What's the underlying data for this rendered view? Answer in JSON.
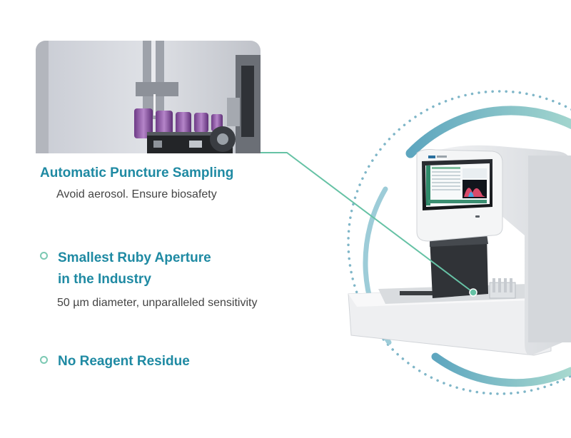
{
  "features": [
    {
      "title": "Automatic Puncture Sampling",
      "description": "Avoid aerosol. Ensure biosafety"
    },
    {
      "title_line1": "Smallest Ruby Aperture",
      "title_line2": "in the Industry",
      "description": "50 µm diameter, unparalleled sensitivity"
    },
    {
      "title": "No Reagent Residue"
    }
  ],
  "colors": {
    "title": "#1f8aa3",
    "accent": "#7cc9b3",
    "ring": "#8ec3d2",
    "body_text": "#444444"
  },
  "icons": [
    "bullet-ring-icon"
  ]
}
